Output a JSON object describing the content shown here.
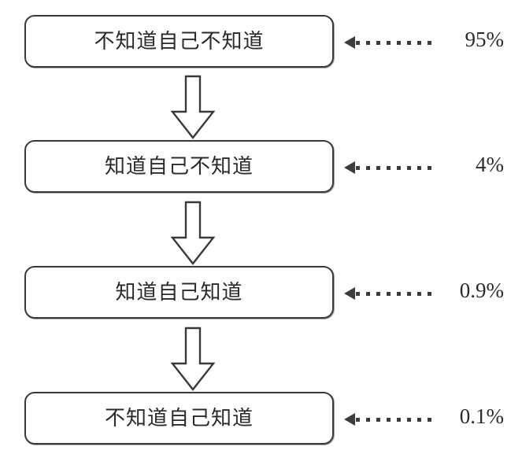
{
  "diagram": {
    "type": "flow-down",
    "background_color": "#ffffff",
    "stroke_color": "#3a3a3a",
    "text_color": "#2b2b2b",
    "nodes": [
      {
        "label": "不知道自己不知道",
        "percent": "95%"
      },
      {
        "label": "知道自己不知道",
        "percent": "4%"
      },
      {
        "label": "知道自己知道",
        "percent": "0.9%"
      },
      {
        "label": "不知道自己知道",
        "percent": "0.1%"
      }
    ],
    "connector_icon": "left-arrow-dotted-icon",
    "step_icon": "down-block-arrow-icon",
    "chart_data": {
      "type": "bar",
      "categories": [
        "不知道自己不知道",
        "知道自己不知道",
        "知道自己知道",
        "不知道自己知道"
      ],
      "values": [
        95,
        4,
        0.9,
        0.1
      ],
      "title": "",
      "xlabel": "",
      "ylabel": "",
      "ylim": [
        0,
        100
      ]
    }
  }
}
